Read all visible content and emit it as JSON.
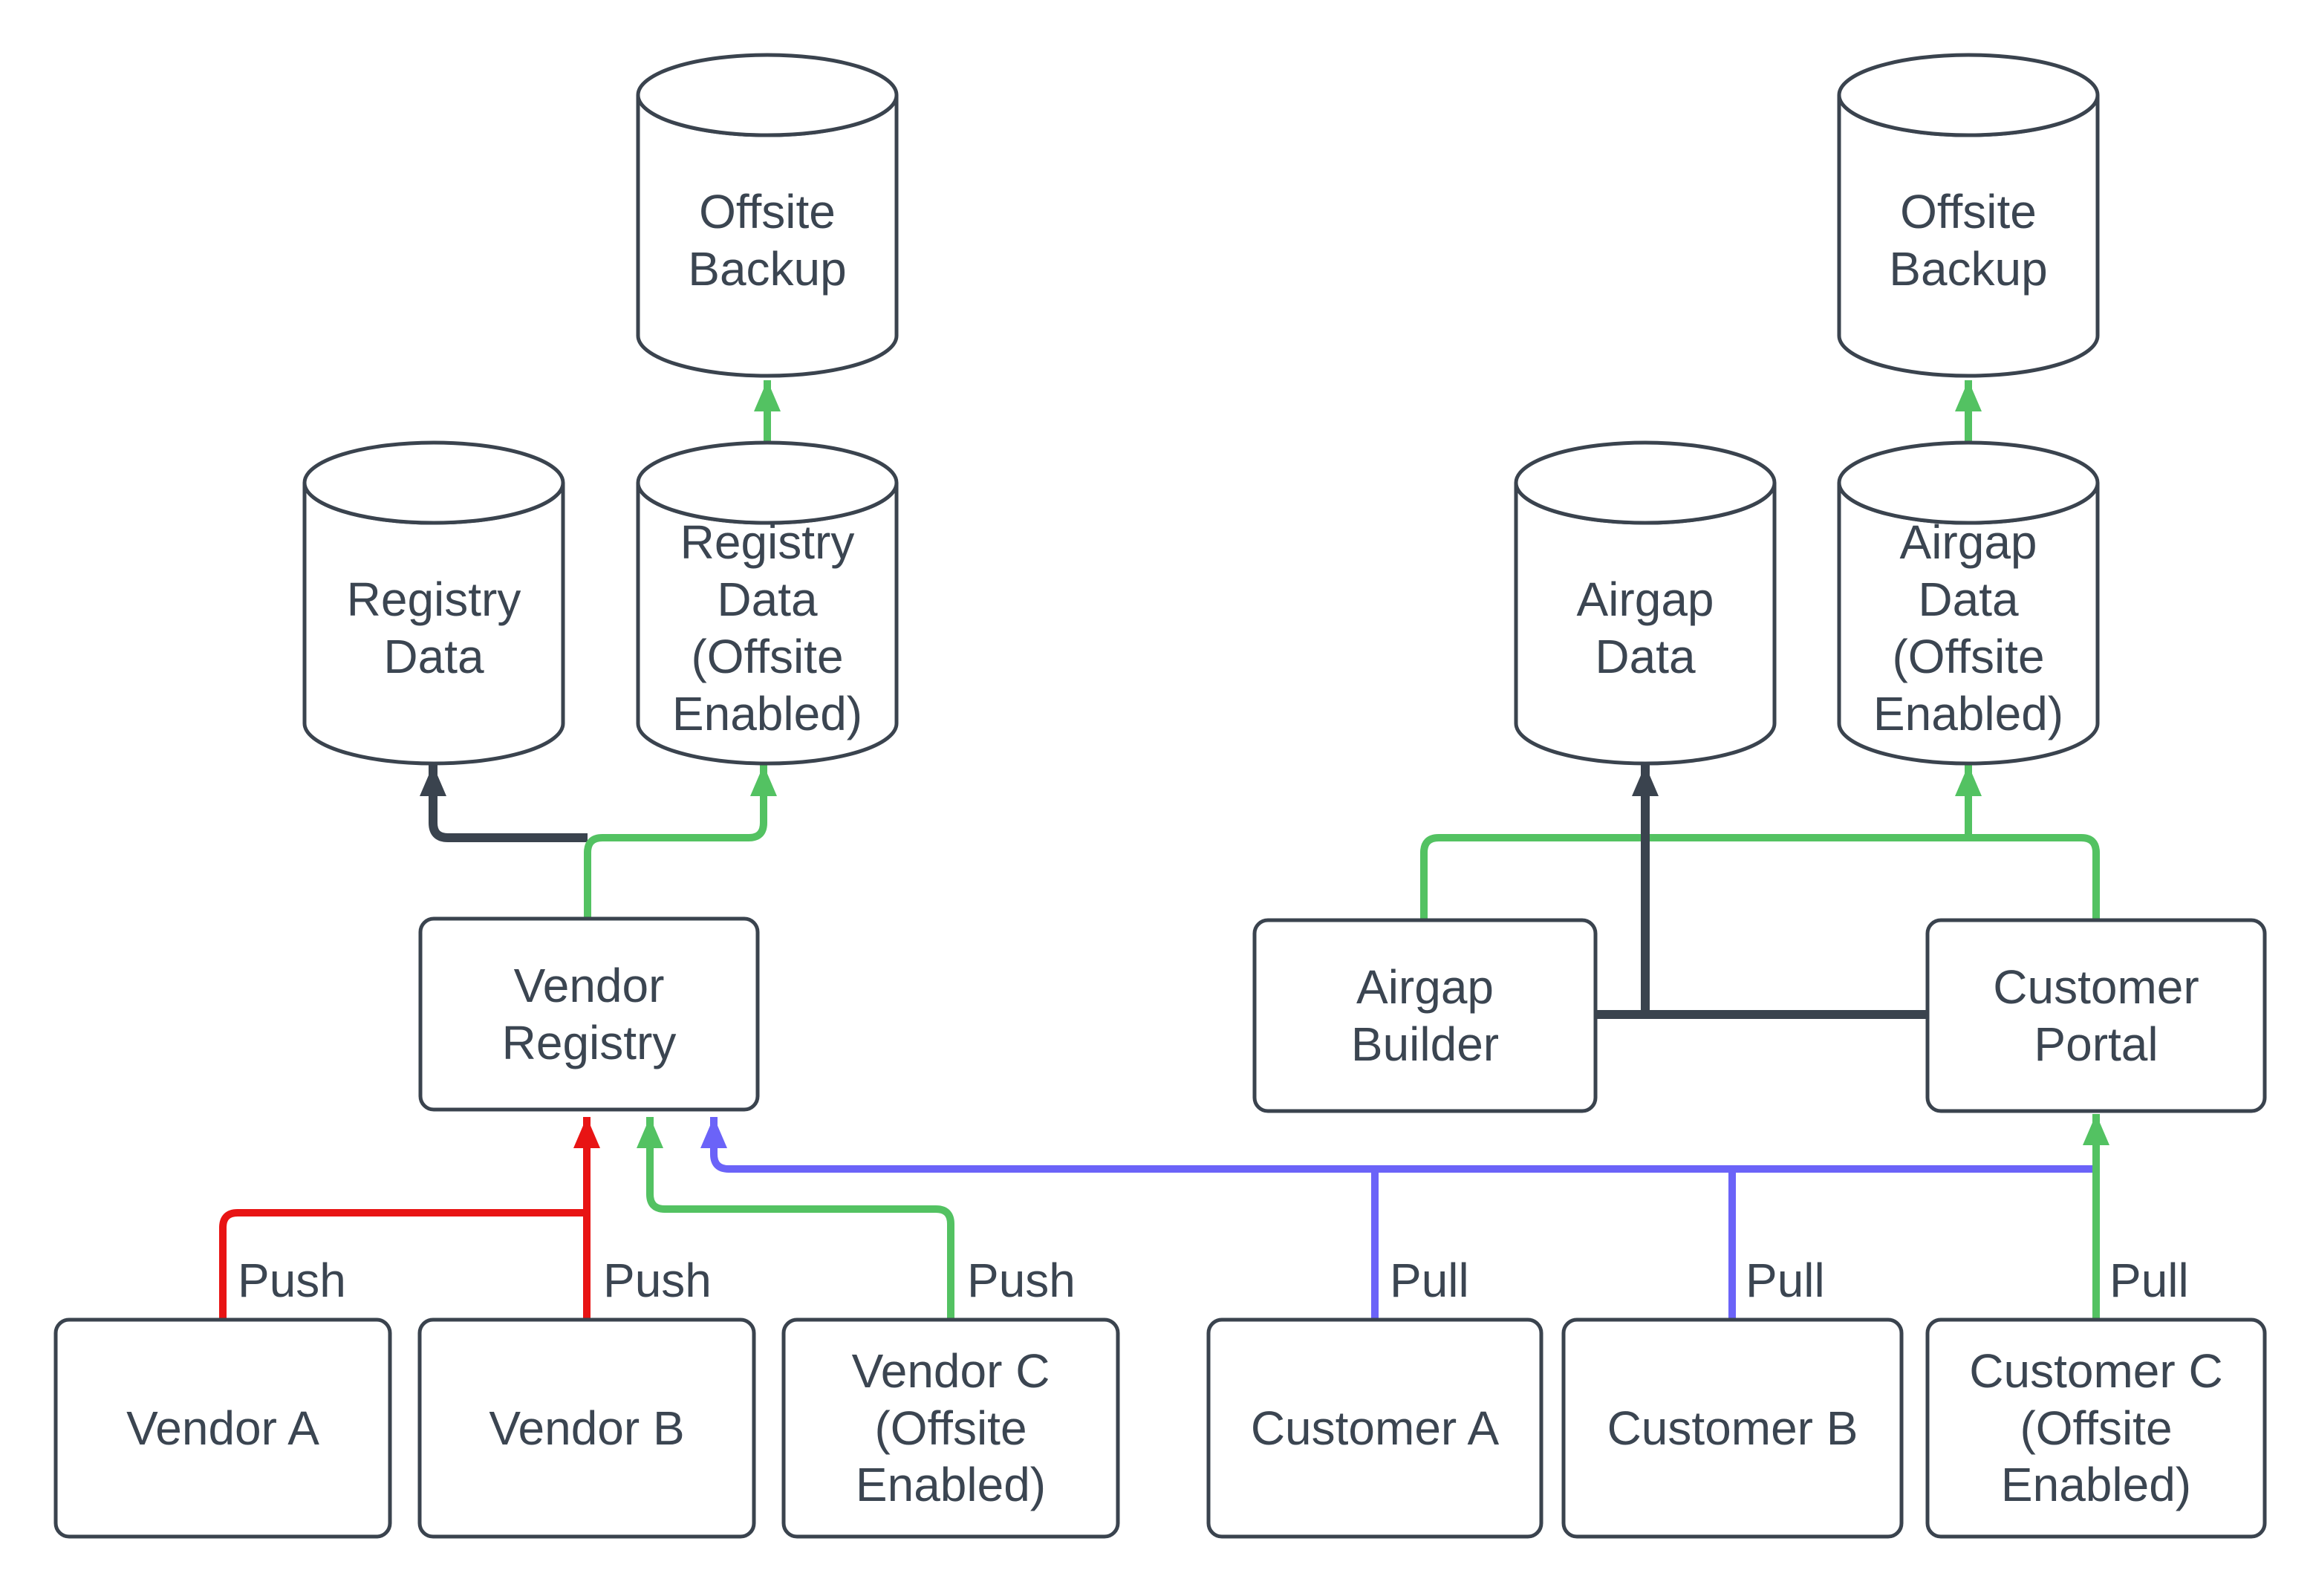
{
  "colors": {
    "ink": "#3a434e",
    "text": "#3b4551",
    "green": "#53c262",
    "red": "#e81414",
    "blue": "#6b63f8",
    "background": "#ffffff"
  },
  "nodes": {
    "offsite_backup_left": {
      "label": "Offsite\nBackup",
      "type": "database"
    },
    "offsite_backup_right": {
      "label": "Offsite\nBackup",
      "type": "database"
    },
    "registry_data": {
      "label": "Registry\nData",
      "type": "database"
    },
    "registry_data_offsite": {
      "label": "Registry\nData\n(Offsite\nEnabled)",
      "type": "database"
    },
    "airgap_data": {
      "label": "Airgap\nData",
      "type": "database"
    },
    "airgap_data_offsite": {
      "label": "Airgap\nData\n(Offsite\nEnabled)",
      "type": "database"
    },
    "vendor_registry": {
      "label": "Vendor\nRegistry",
      "type": "process"
    },
    "airgap_builder": {
      "label": "Airgap\nBuilder",
      "type": "process"
    },
    "customer_portal": {
      "label": "Customer\nPortal",
      "type": "process"
    },
    "vendor_a": {
      "label": "Vendor A",
      "type": "process"
    },
    "vendor_b": {
      "label": "Vendor B",
      "type": "process"
    },
    "vendor_c": {
      "label": "Vendor C\n(Offsite\nEnabled)",
      "type": "process"
    },
    "customer_a": {
      "label": "Customer A",
      "type": "process"
    },
    "customer_b": {
      "label": "Customer B",
      "type": "process"
    },
    "customer_c": {
      "label": "Customer C\n(Offsite\nEnabled)",
      "type": "process"
    }
  },
  "edge_labels": {
    "vendor_a": "Push",
    "vendor_b": "Push",
    "vendor_c": "Push",
    "customer_a": "Pull",
    "customer_b": "Pull",
    "customer_c": "Pull"
  },
  "edges": [
    {
      "from": "vendor_a",
      "to": "vendor_registry",
      "label": "Push",
      "color": "red"
    },
    {
      "from": "vendor_b",
      "to": "vendor_registry",
      "label": "Push",
      "color": "red"
    },
    {
      "from": "vendor_c",
      "to": "vendor_registry",
      "label": "Push",
      "color": "green"
    },
    {
      "from": "customer_a",
      "to": "vendor_registry",
      "label": "Pull",
      "color": "blue"
    },
    {
      "from": "customer_b",
      "to": "vendor_registry",
      "label": "Pull",
      "color": "blue"
    },
    {
      "from": "customer_c",
      "to": "customer_portal",
      "label": "Pull",
      "color": "green"
    },
    {
      "from": "vendor_registry",
      "to": "registry_data",
      "label": "",
      "color": "dark"
    },
    {
      "from": "vendor_registry",
      "to": "registry_data_offsite",
      "label": "",
      "color": "green"
    },
    {
      "from": "registry_data_offsite",
      "to": "offsite_backup_left",
      "label": "",
      "color": "green"
    },
    {
      "from": "airgap_builder",
      "to": "airgap_data",
      "label": "",
      "color": "dark"
    },
    {
      "from": "customer_portal",
      "to": "airgap_data",
      "label": "",
      "color": "dark"
    },
    {
      "from": "customer_portal",
      "to": "airgap_builder",
      "label": "",
      "color": "green"
    },
    {
      "from": "customer_portal",
      "to": "airgap_data_offsite",
      "label": "",
      "color": "green"
    },
    {
      "from": "airgap_data_offsite",
      "to": "offsite_backup_right",
      "label": "",
      "color": "green"
    }
  ]
}
